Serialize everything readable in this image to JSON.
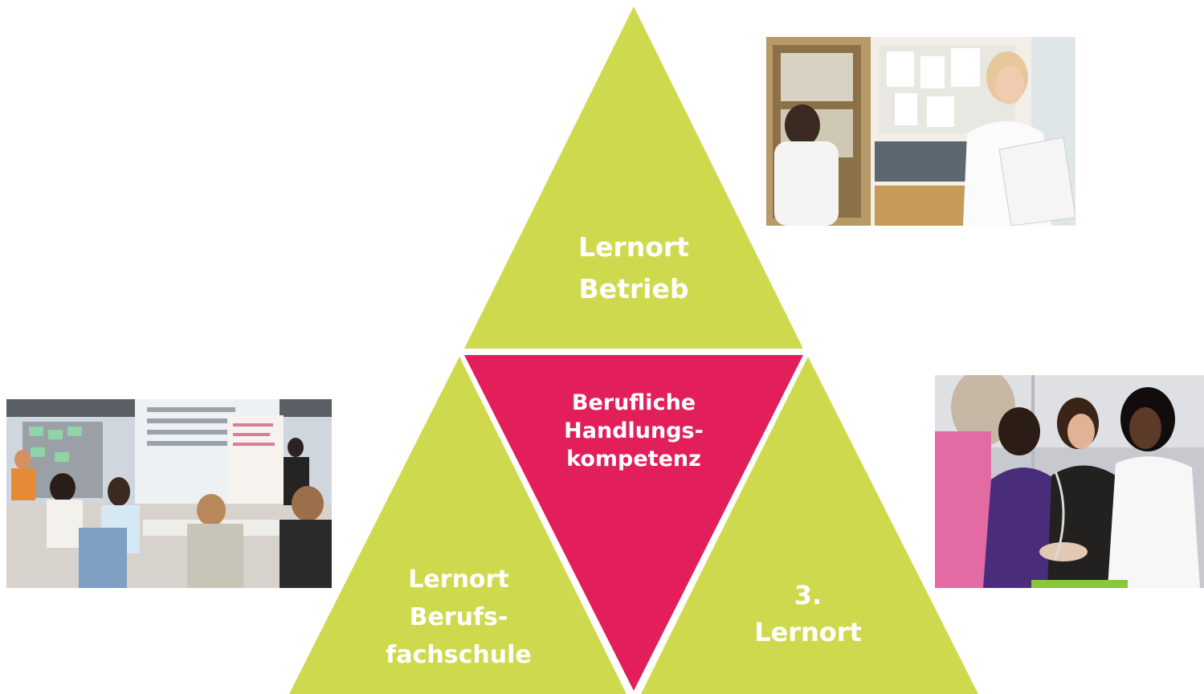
{
  "diagram": {
    "colors": {
      "outer_triangles": "#cfd94d",
      "center_triangle": "#e21f5b",
      "label_text": "#ffffff",
      "divider": "#ffffff"
    },
    "triangles": {
      "top": {
        "lines": [
          "Lernort",
          "Betrieb"
        ]
      },
      "center": {
        "lines": [
          "Berufliche",
          "Handlungs-",
          "kompetenz"
        ]
      },
      "left": {
        "lines": [
          "Lernort",
          "Berufs-",
          "fachschule"
        ]
      },
      "right": {
        "lines": [
          "3.",
          "Lernort"
        ]
      }
    }
  },
  "photos": {
    "top_right": {
      "subject": "workplace-phone-call-photo"
    },
    "left": {
      "subject": "classroom-photo"
    },
    "right": {
      "subject": "practical-skills-training-photo"
    }
  }
}
